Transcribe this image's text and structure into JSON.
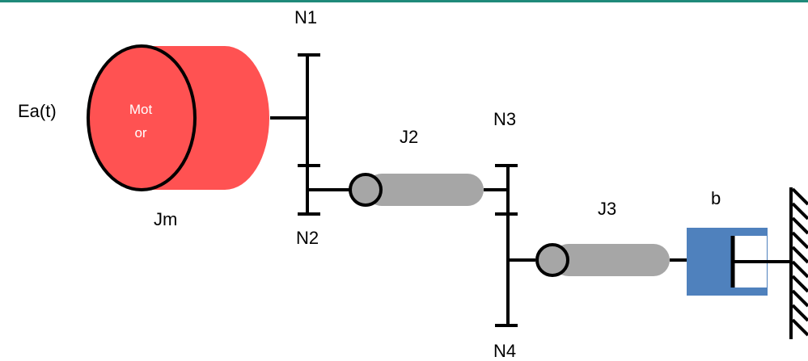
{
  "colors": {
    "top_rule": "#1f8a7a",
    "motor_fill": "#ff5252",
    "shaft_fill": "#a6a6a6",
    "damper_fill": "#4f81bd",
    "line": "#000000"
  },
  "labels": {
    "input_voltage": "Ea(t)",
    "motor_line1": "Mot",
    "motor_line2": "or",
    "motor_inertia": "Jm",
    "gear_n1": "N1",
    "gear_n2": "N2",
    "gear_n3": "N3",
    "gear_n4": "N4",
    "inertia_j2": "J2",
    "inertia_j3": "J3",
    "damper_b": "b"
  }
}
